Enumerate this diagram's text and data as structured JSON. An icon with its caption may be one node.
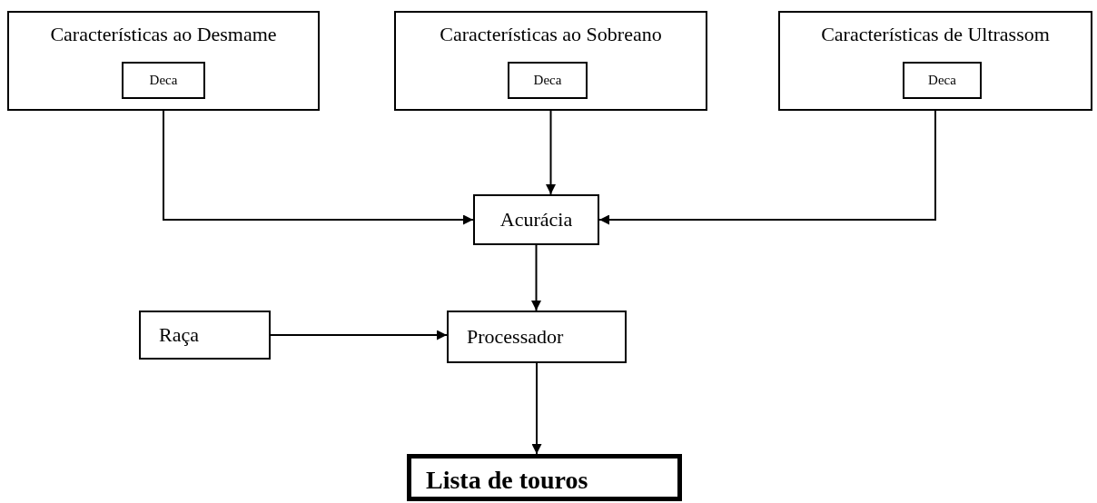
{
  "diagram": {
    "nodes": [
      {
        "text": [
          "Características ao Desmame"
        ]
      },
      {
        "text": [
          "Deca"
        ],
        "in": 0
      },
      {
        "text": [
          "Características ao Sobreano"
        ]
      },
      {
        "text": [
          "Deca"
        ],
        "in": 2
      },
      {
        "text": [
          "Características de Ultrassom"
        ]
      },
      {
        "text": [
          "Deca"
        ],
        "in": 4
      },
      {
        "text": [
          "Acurácia"
        ]
      },
      {
        "text": [
          "Raça"
        ]
      },
      {
        "text": [
          "Processador"
        ]
      },
      {
        "text": [
          "Lista de touros"
        ]
      }
    ],
    "edges": [
      {
        "from": 0,
        "to": 6,
        "arrow": "to"
      },
      {
        "from": 2,
        "to": 6,
        "arrow": "to"
      },
      {
        "from": 4,
        "to": 6,
        "arrow": "to"
      },
      {
        "from": 6,
        "to": 8,
        "arrow": "to"
      },
      {
        "from": 7,
        "to": 8,
        "arrow": "to"
      },
      {
        "from": 8,
        "to": 9,
        "arrow": "to"
      }
    ]
  }
}
